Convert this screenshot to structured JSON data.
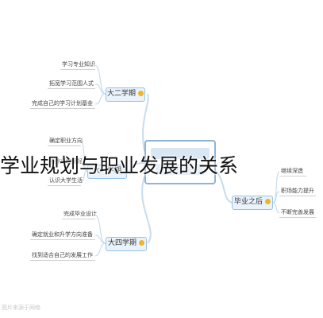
{
  "title": "学业规划与职业发展的关系",
  "center": {
    "label": ""
  },
  "branches": [
    {
      "label": "大二学期",
      "leaves": [
        "学习专业知识",
        "拓宽学习范围人式",
        "完成自己的学习计划基金"
      ]
    },
    {
      "label": "大一学期",
      "leaves": [
        "确定职业方向",
        "培养兴趣爱好",
        "认识大学生活"
      ]
    },
    {
      "label": "大四学期",
      "leaves": [
        "完成毕业设计",
        "确定就业和升学方向准备",
        "找到适合自己的发展工作"
      ]
    },
    {
      "label": "毕业之后",
      "leaves": [
        "继续深造",
        "职场能力提升",
        "不断完善发展"
      ]
    }
  ],
  "watermark": "图片来源于网络",
  "colors": {
    "node_fill": "#eaf3fb",
    "node_border": "#93c4e6",
    "link": "#c7dced",
    "dot": "#f0b429"
  }
}
